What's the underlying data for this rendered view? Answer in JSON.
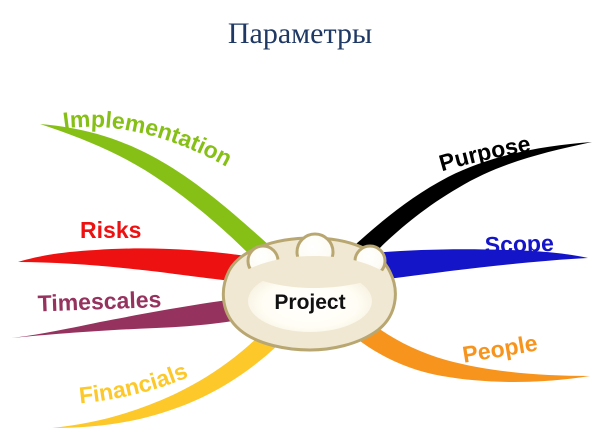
{
  "diagram": {
    "title": "Параметры",
    "title_color": "#1f3864",
    "type": "mind-map",
    "background": "#ffffff",
    "center": {
      "label": "Project",
      "label_color": "#111111",
      "fill": "#f6f1e2",
      "inner_fill": "#fffdf6",
      "border": "#b9a772",
      "bumps": 3
    },
    "branches": [
      {
        "id": "implementation",
        "label": "Implementation",
        "color": "#86c017",
        "side": "left",
        "position": "upper"
      },
      {
        "id": "risks",
        "label": "Risks",
        "color": "#ee1111",
        "side": "left",
        "position": "upper-mid"
      },
      {
        "id": "timescales",
        "label": "Timescales",
        "color": "#96325e",
        "side": "left",
        "position": "lower-mid"
      },
      {
        "id": "financials",
        "label": "Financials",
        "color": "#fdc82a",
        "side": "left",
        "position": "lower"
      },
      {
        "id": "purpose",
        "label": "Purpose",
        "color": "#000000",
        "side": "right",
        "position": "upper"
      },
      {
        "id": "scope",
        "label": "Scope",
        "color": "#1414c8",
        "side": "right",
        "position": "mid"
      },
      {
        "id": "people",
        "label": "People",
        "color": "#f7941e",
        "side": "right",
        "position": "lower"
      }
    ]
  }
}
